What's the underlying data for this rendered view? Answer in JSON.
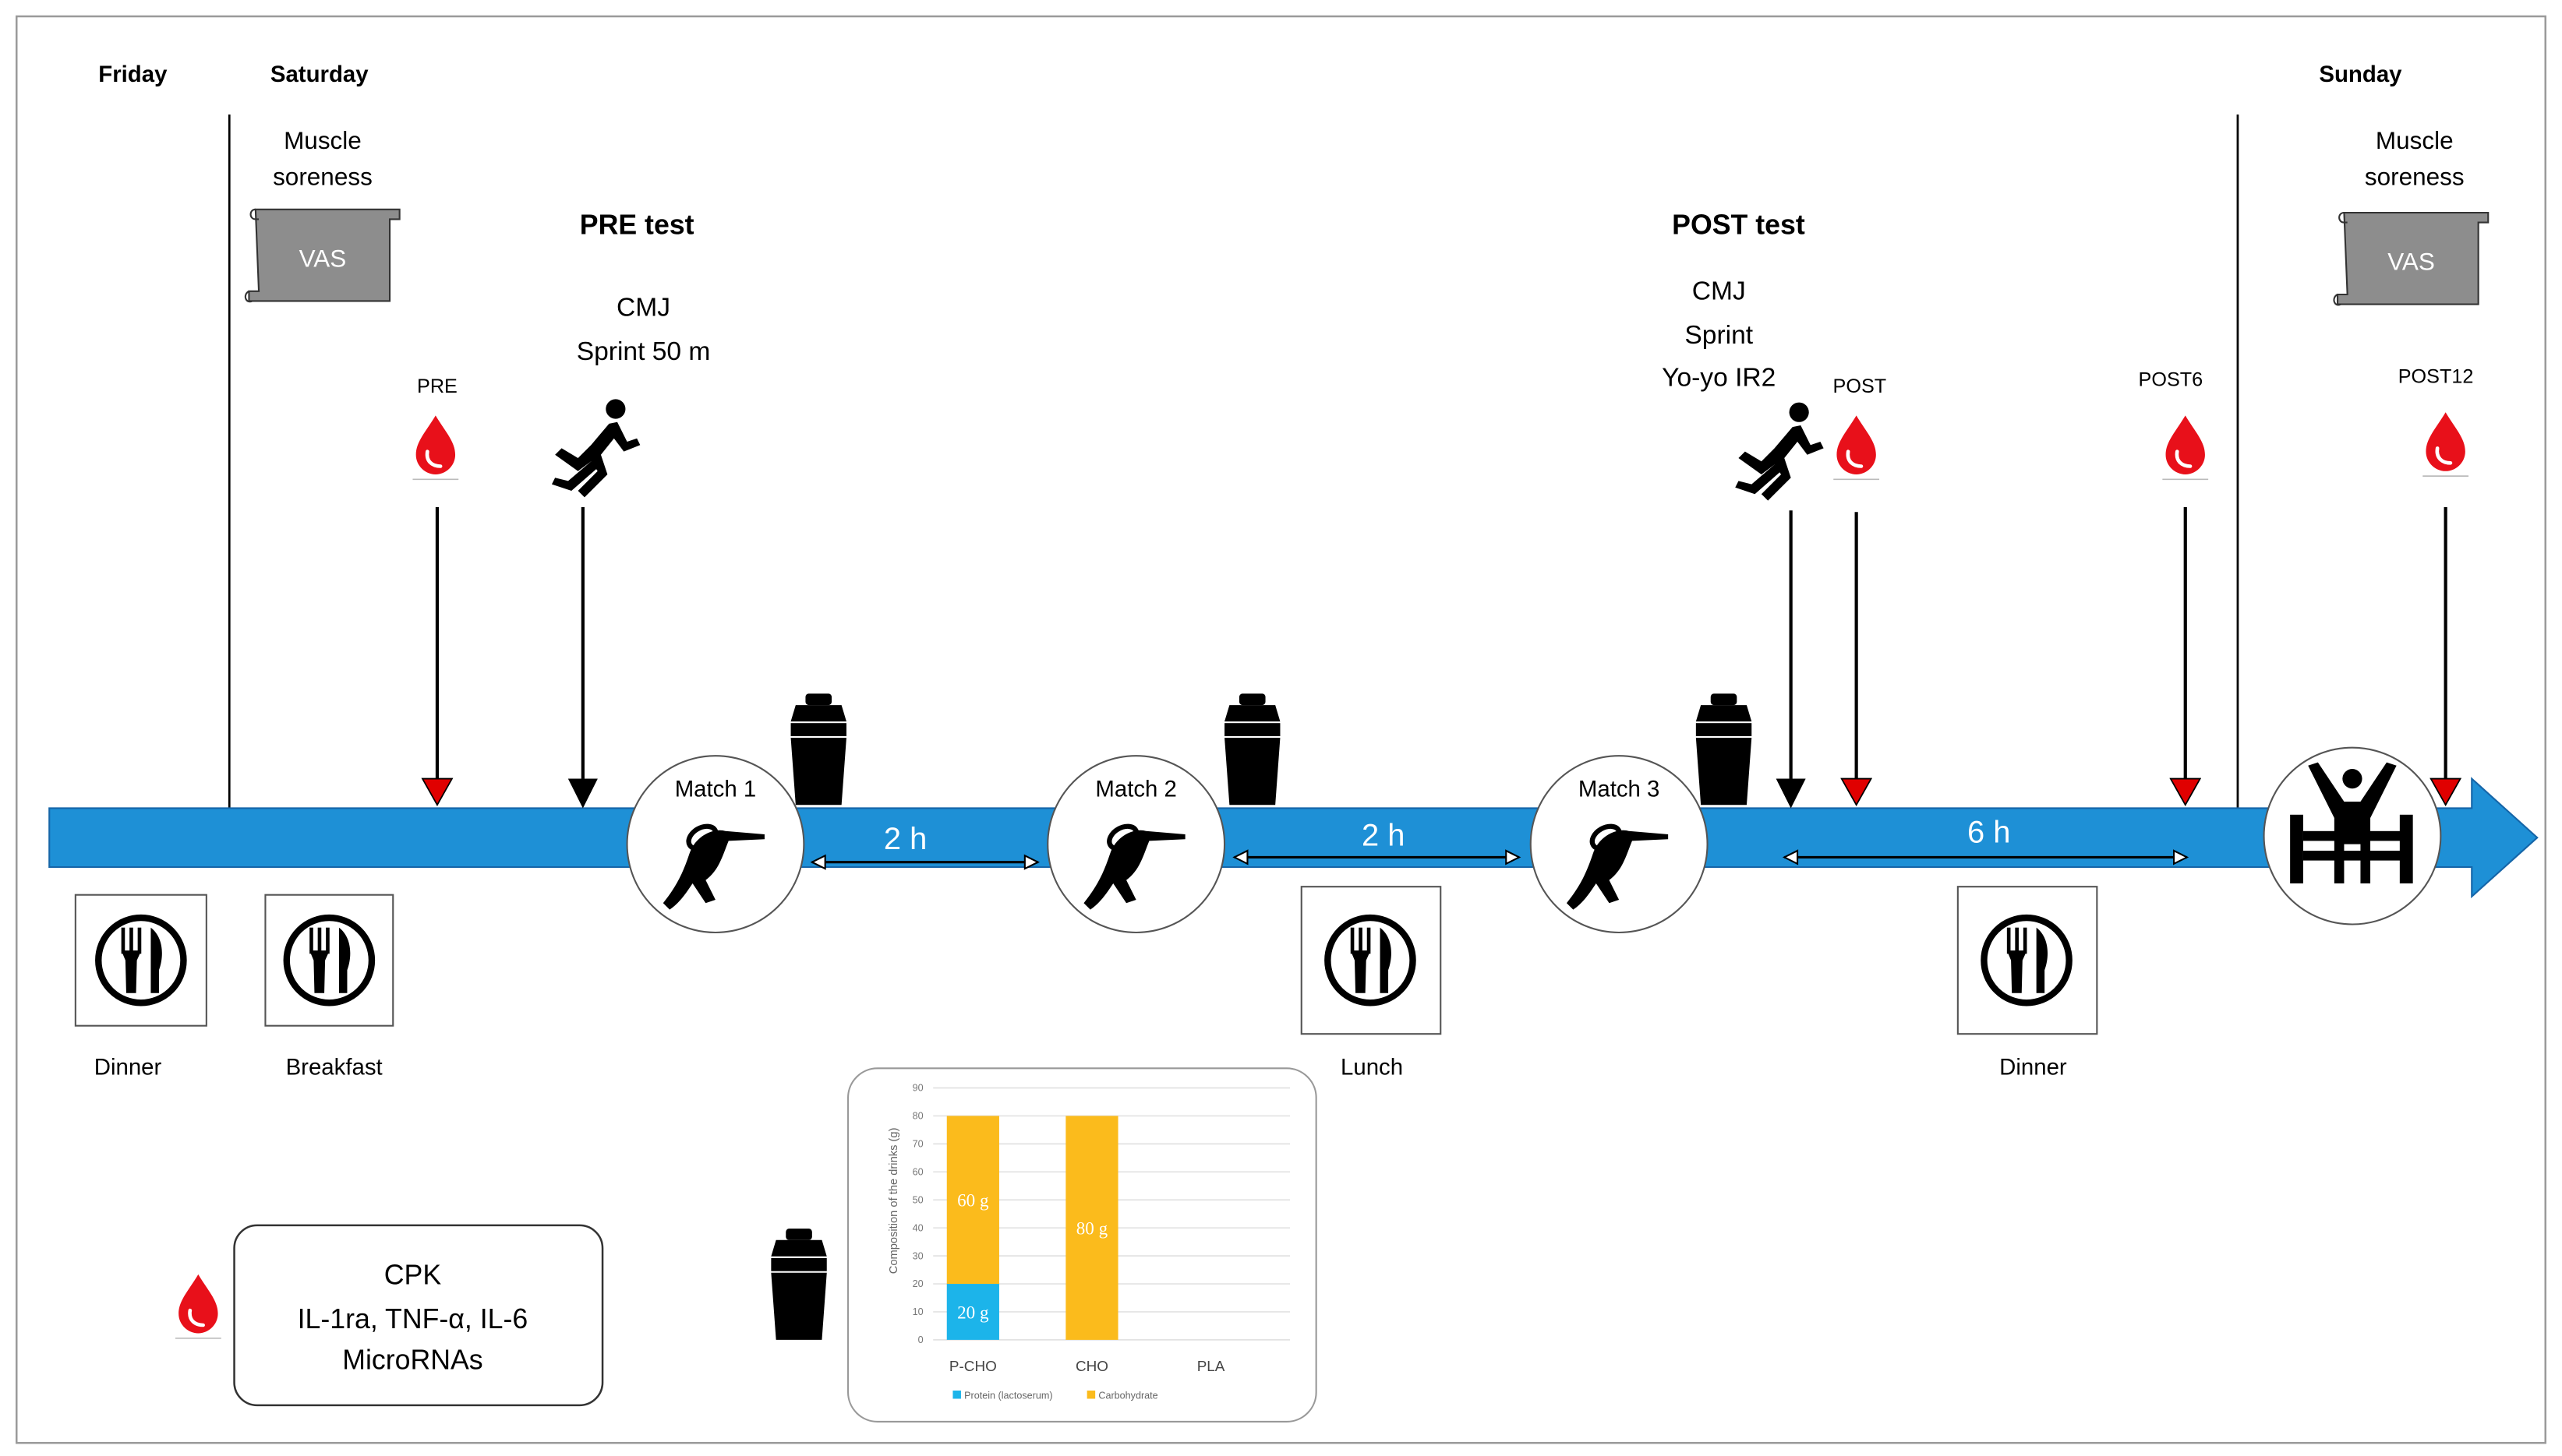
{
  "days": {
    "friday": "Friday",
    "saturday": "Saturday",
    "sunday": "Sunday"
  },
  "muscle_soreness": {
    "label_line1": "Muscle",
    "label_line2": "soreness",
    "scroll_text": "VAS"
  },
  "pre_test": {
    "title": "PRE test",
    "line1": "CMJ",
    "line2": "Sprint 50 m"
  },
  "post_test": {
    "title": "POST test",
    "line1": "CMJ",
    "line2": "Sprint",
    "line3": "Yo-yo IR2"
  },
  "blood_samples": {
    "pre": "PRE",
    "post": "POST",
    "post6": "POST6",
    "post12": "POST12"
  },
  "matches": {
    "m1": "Match 1",
    "m2": "Match 2",
    "m3": "Match 3"
  },
  "intervals": {
    "i1": "2 h",
    "i2": "2 h",
    "i3": "6 h"
  },
  "meals": {
    "dinner1": "Dinner",
    "breakfast": "Breakfast",
    "lunch": "Lunch",
    "dinner2": "Dinner"
  },
  "legend_box": {
    "line1": "CPK",
    "line2": "IL-1ra, TNF-α, IL-6",
    "line3": "MicroRNAs"
  },
  "colors": {
    "timeline": "#1e90d6",
    "blood": "#e8101a",
    "marker_red": "#e00000",
    "protein": "#1cb4ea",
    "carbohydrate": "#fbbb1c",
    "scroll_fill": "#8d8d8d"
  },
  "chart_data": {
    "type": "bar",
    "stacked": true,
    "categories": [
      "P-CHO",
      "CHO",
      "PLA"
    ],
    "series": [
      {
        "name": "Protein (lactoserum)",
        "values": [
          20,
          0,
          0
        ],
        "labels": [
          "20 g",
          "",
          ""
        ]
      },
      {
        "name": "Carbohydrate",
        "values": [
          60,
          80,
          0
        ],
        "labels": [
          "60 g",
          "80 g",
          ""
        ]
      }
    ],
    "ylabel": "Composition of the drinks (g)",
    "yticks": [
      "0",
      "10",
      "20",
      "30",
      "40",
      "50",
      "60",
      "70",
      "80",
      "90"
    ],
    "ylim": [
      0,
      90
    ],
    "grid": true,
    "legend_position": "bottom"
  }
}
